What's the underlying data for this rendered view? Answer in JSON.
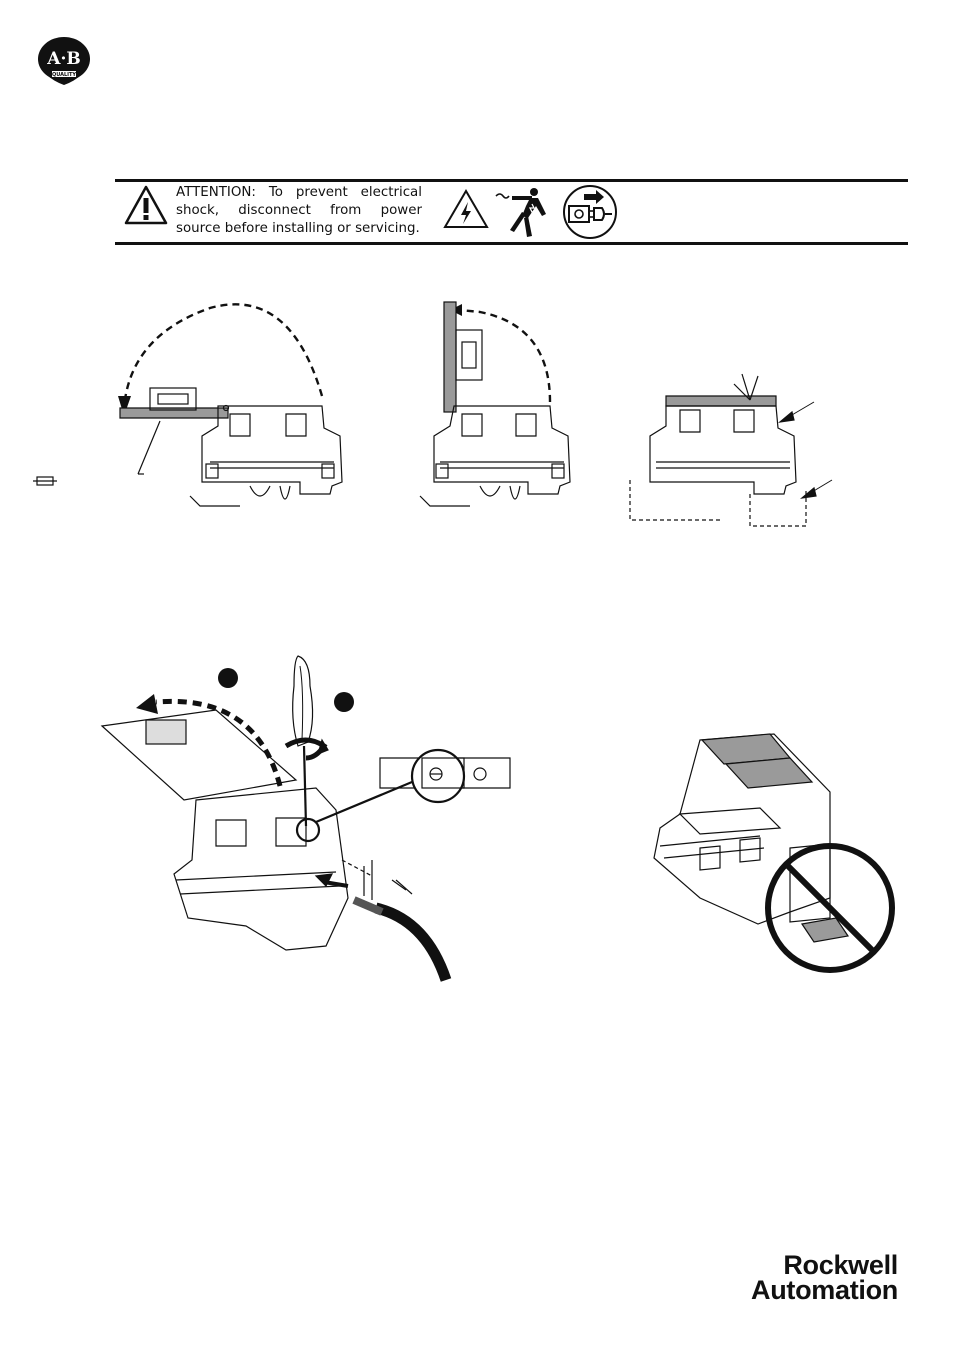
{
  "header": {
    "logo": {
      "brand_text": "A-B",
      "sub_text": "QUALITY",
      "icon": "allen-bradley-logo"
    }
  },
  "attention": {
    "text": "ATTENTION: To prevent electrical shock, disconnect from power source before installing or servicing.",
    "icons": [
      "warning-triangle-icon",
      "lightning-bolt-icon",
      "electric-shock-icon",
      "unplug-power-icon"
    ]
  },
  "figures": {
    "top_row": [
      "fuse-cover-open-left",
      "fuse-cover-open-up",
      "fuse-cover-closed"
    ],
    "bottom_row": [
      "wiring-with-screwdriver",
      "incorrect-mounting-prohibited"
    ],
    "fuse_symbol": "fuse-symbol-icon",
    "prohibited_symbol": "prohibited-icon"
  },
  "footer": {
    "brand_line1": "Rockwell",
    "brand_line2": "Automation"
  },
  "colors": {
    "ink": "#111111",
    "shade": "#9a9a9a",
    "paper": "#ffffff"
  }
}
